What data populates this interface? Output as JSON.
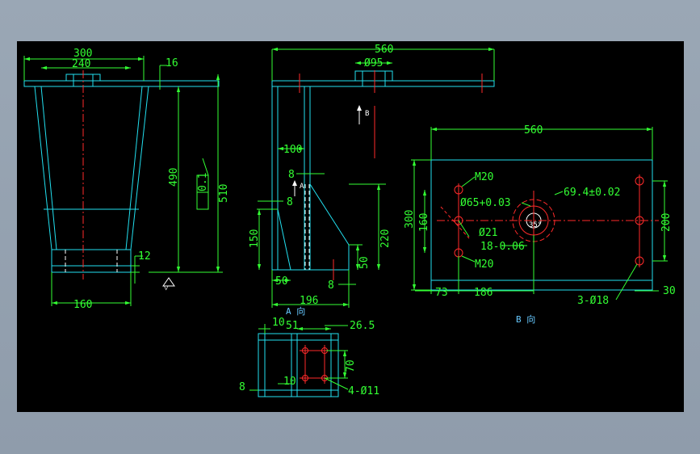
{
  "front_view": {
    "dims": {
      "top_width": "300",
      "inner_width": "240",
      "plate": "16",
      "height": "490",
      "total_height": "510",
      "flatness": "0.1",
      "bottom_thk": "12",
      "bottom_width": "160"
    }
  },
  "side_view": {
    "dims": {
      "width": "560",
      "bore": "Ø95",
      "offset": "100",
      "web_top": "8",
      "web_left": "8",
      "rib_height": "150",
      "gusset": "220",
      "rib_bottom": "50",
      "base_offset": "50",
      "base_plate": "8",
      "base_width": "196"
    },
    "view_arrow_b": "B",
    "view_arrow_a": "A"
  },
  "view_a": {
    "title": "A 向",
    "dims": {
      "left": "10",
      "width": "51",
      "edge": "26.5",
      "spacing": "70",
      "bottom_margin": "10",
      "thickness": "8",
      "holes": "4-Ø11"
    }
  },
  "view_b": {
    "title": "B 向",
    "dims": {
      "width": "560",
      "height": "300",
      "inner_height": "160",
      "center_bore": "Ø65+0.03",
      "bore_dia": "69.4±0.02",
      "hole_dia": "Ø21",
      "tap_top": "M20",
      "tap_bottom": "M20",
      "keyway": "18-0.06",
      "angle": "35°",
      "hole_spacing": "200",
      "edge_left": "73",
      "center_dist": "186",
      "edge_right": "30",
      "side_holes": "3-Ø18"
    }
  },
  "colors": {
    "background": "#000000",
    "outline": "#22e0f0",
    "dimension": "#33ff33",
    "centerline": "#ff2a2a",
    "hidden": "#ffffff",
    "window": "#9aa7b5"
  }
}
